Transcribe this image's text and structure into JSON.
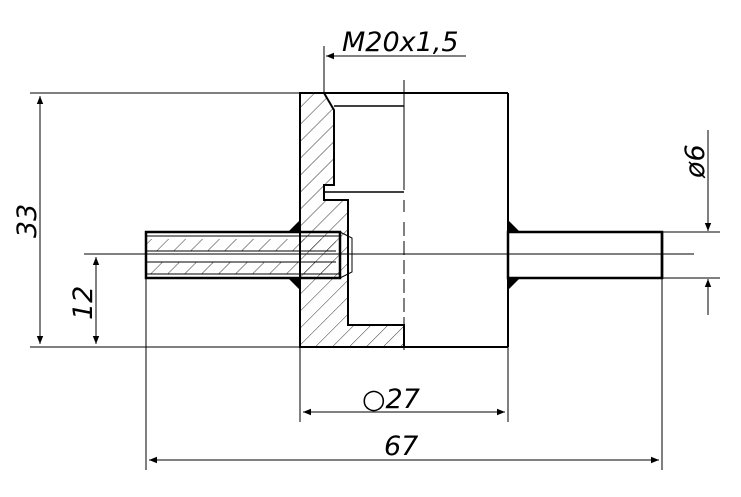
{
  "drawing": {
    "dimensions": {
      "thread": "M20x1,5",
      "height_total": "33",
      "height_lower": "12",
      "shaft_diameter": "ø6",
      "body_width": "○27",
      "overall_length": "67"
    }
  }
}
